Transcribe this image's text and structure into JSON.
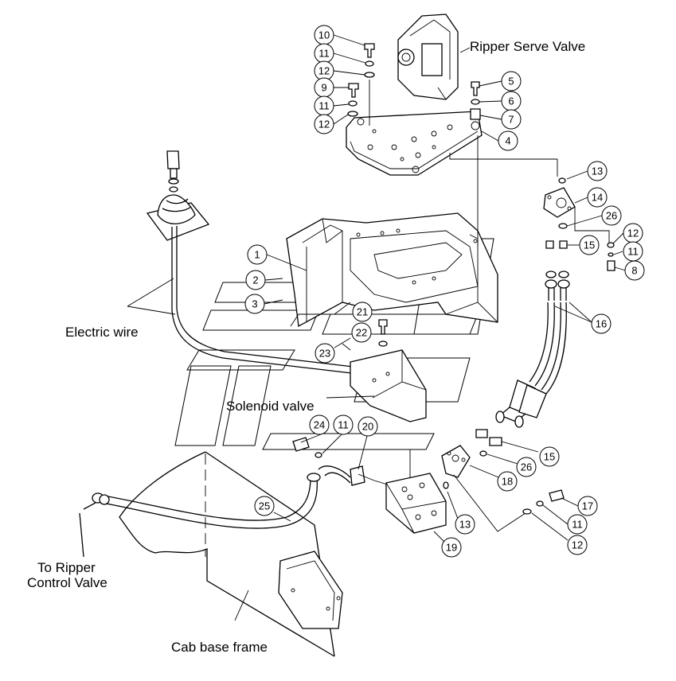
{
  "labels": {
    "ripper_serve_valve": "Ripper Serve Valve",
    "electric_wire": "Electric wire",
    "solenoid_valve": "Solenoid valve",
    "to_ripper_line1": "To Ripper",
    "to_ripper_line2": "Control Valve",
    "cab_base_frame": "Cab base frame"
  },
  "callouts": [
    "10",
    "11",
    "12",
    "9",
    "11",
    "12",
    "5",
    "6",
    "7",
    "4",
    "13",
    "14",
    "26",
    "12",
    "15",
    "11",
    "8",
    "1",
    "2",
    "3",
    "21",
    "22",
    "23",
    "16",
    "24",
    "11",
    "20",
    "15",
    "26",
    "18",
    "25",
    "13",
    "17",
    "11",
    "12",
    "19"
  ]
}
